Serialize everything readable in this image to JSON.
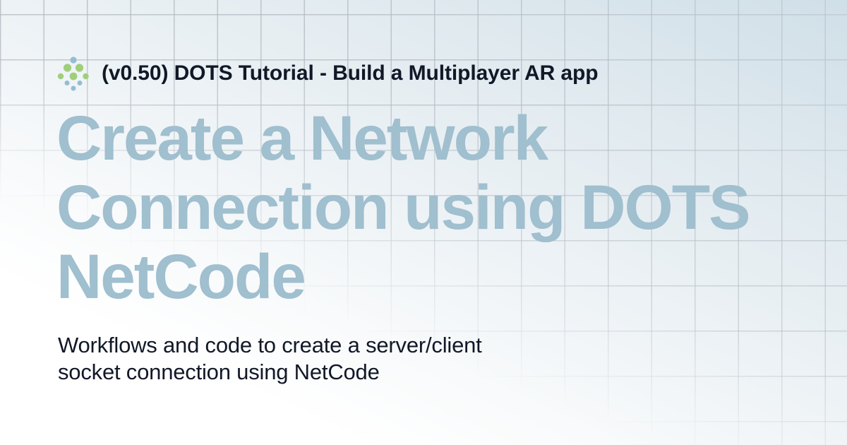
{
  "header": {
    "logo_icon": "dots-logo-icon",
    "title": "(v0.50) DOTS Tutorial - Build a Multiplayer AR app"
  },
  "title": {
    "lines": [
      "Create a Network",
      "Connection using DOTS",
      "NetCode"
    ]
  },
  "subtitle": {
    "lines": [
      "Workflows and code to create a server/client",
      "socket connection using NetCode"
    ]
  },
  "colors": {
    "title": "#a0bfcf",
    "text": "#111827",
    "logo_green": "#9fcf7a",
    "logo_blue": "#94bdd2",
    "background_top_right": "#d0dfe8",
    "background_bottom_left": "#ffffff",
    "grid_line": "#d0d5da"
  }
}
